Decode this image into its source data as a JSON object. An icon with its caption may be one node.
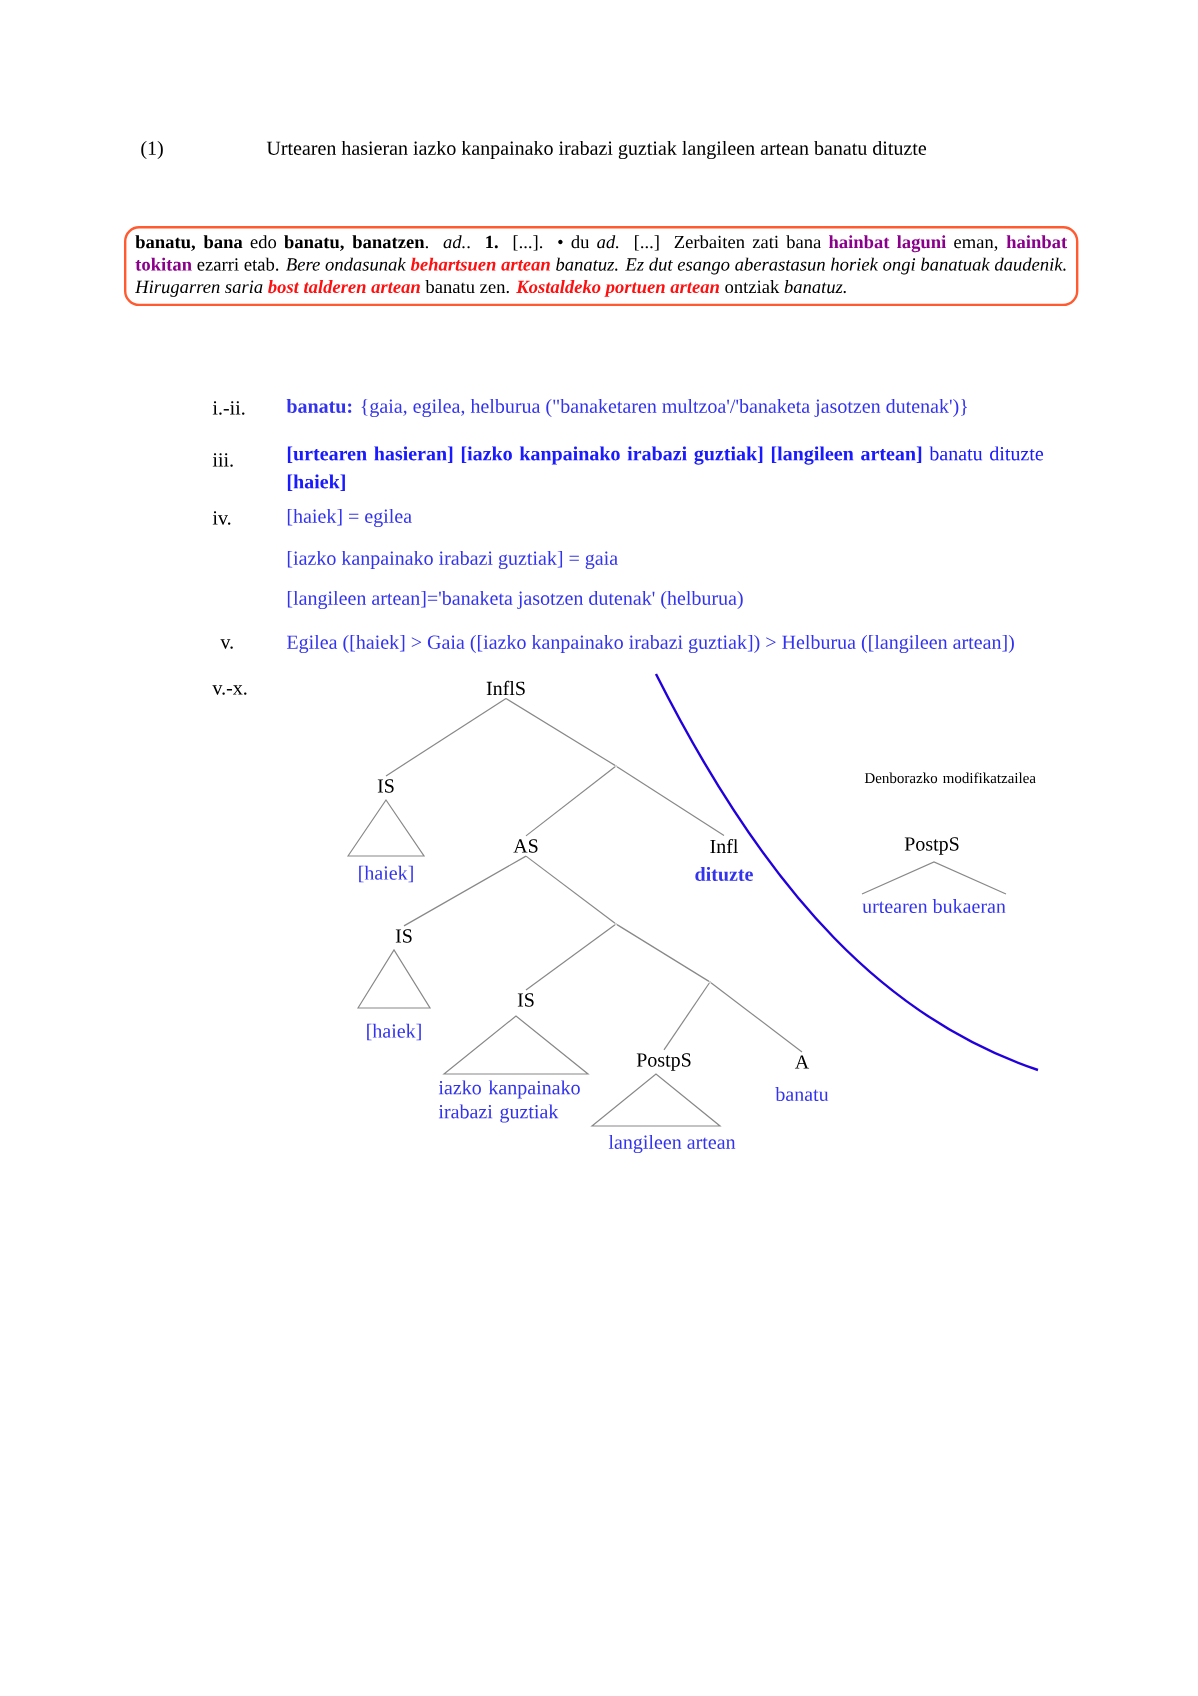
{
  "diagram": {
    "nodes": [
      {
        "text": [
          "**banatu, bana** edo **banatu, banatzen**. *ad.*. **1.** [...].  • du *ad.* [...] Zerbaiten zati bana",
          "hainbat laguni",
          "eman,",
          "hainbat tokitan",
          "ezarri etab. *Bere ondasunak*",
          "behartsuen artean",
          "banatuz. Ez dut esango aberastasun horiek ongi banatuak daudenik. Hirugarren saria",
          "bost talderen artean",
          "banatu zen.",
          "Kostaldeko portuen artean",
          "ontziak",
          "banatuz."
        ]
      },
      {
        "text": [
          "InflS"
        ]
      },
      {
        "text": [
          "IS",
          "[haiek]"
        ]
      },
      {
        "text": [],
        "shape": "point"
      },
      {
        "text": [
          "AS"
        ]
      },
      {
        "text": [
          "Infl",
          "dituzte"
        ]
      },
      {
        "text": [
          "IS",
          "[haiek]"
        ]
      },
      {
        "text": [],
        "shape": "point"
      },
      {
        "text": [
          "IS",
          "iazko kanpainako irabazi guztiak"
        ]
      },
      {
        "text": [],
        "shape": "point"
      },
      {
        "text": [
          "PostpS",
          "langileen artean"
        ]
      },
      {
        "text": [
          "A",
          "banatu"
        ]
      },
      {
        "text": [
          "PostpS",
          "urtearen bukaeran"
        ],
        "beside": [
          "Denborazko modifikatzailea"
        ]
      }
    ],
    "edges": [
      {
        "from": 1,
        "to": 2,
        "arrow": "none"
      },
      {
        "from": 1,
        "to": 3,
        "arrow": "none"
      },
      {
        "from": 3,
        "to": 4,
        "arrow": "none"
      },
      {
        "from": 3,
        "to": 5,
        "arrow": "none"
      },
      {
        "from": 4,
        "to": 6,
        "arrow": "none"
      },
      {
        "from": 4,
        "to": 7,
        "arrow": "none"
      },
      {
        "from": 7,
        "to": 8,
        "arrow": "none"
      },
      {
        "from": 7,
        "to": 9,
        "arrow": "none"
      },
      {
        "from": 9,
        "to": 10,
        "arrow": "none"
      },
      {
        "from": 9,
        "to": 11,
        "arrow": "none"
      }
    ],
    "labels": [
      "(1)",
      "Urtearen hasieran  iazko kanpainako irabazi guztiak langileen artean banatu dituzte",
      "i.-ii.",
      "**banatu:** {gaia, egilea, helburua (\"banaketaren multzoa'/'banaketa jasotzen dutenak')}",
      "iii.",
      "**[urtearen hasieran] [iazko kanpainako irabazi guztiak] [langileen artean]** banatu dituzte **[haiek]**",
      "iv.",
      "[haiek] = egilea",
      "[iazko kanpainako irabazi guztiak] = gaia",
      "[langileen artean]='banaketa jasotzen dutenak' (helburua)",
      "v.",
      "Egilea ([haiek] > Gaia ([iazko kanpainako irabazi guztiak]) > Helburua ([langileen artean])",
      "v.-x."
    ]
  }
}
